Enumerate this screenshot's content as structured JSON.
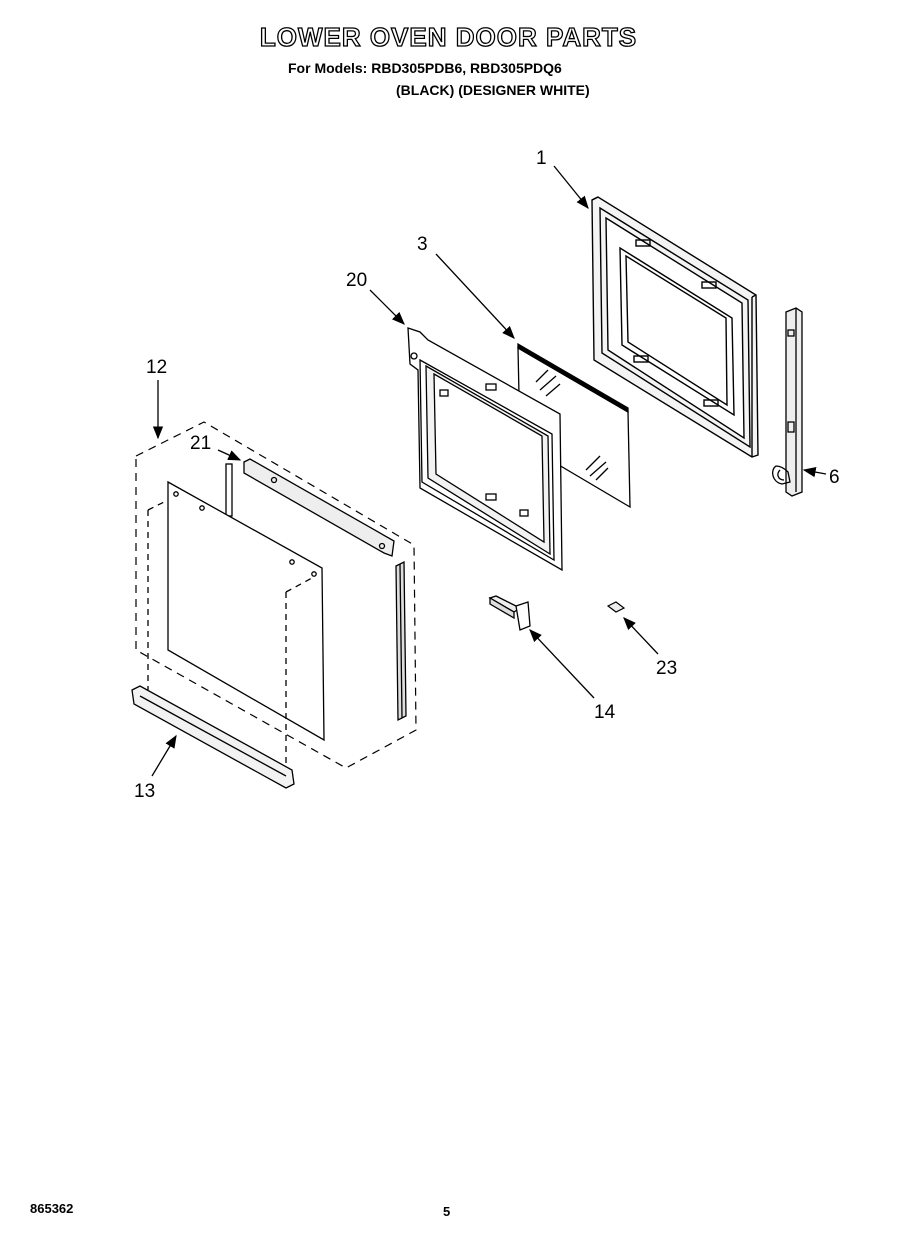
{
  "header": {
    "title": "LOWER OVEN DOOR PARTS",
    "models_line": "For Models: RBD305PDB6, RBD305PDQ6",
    "colors_line": "(BLACK)  (DESIGNER WHITE)"
  },
  "callouts": {
    "p1": "1",
    "p3": "3",
    "p6": "6",
    "p12": "12",
    "p13": "13",
    "p14": "14",
    "p20": "20",
    "p21": "21",
    "p23": "23"
  },
  "footer": {
    "code": "865362",
    "page": "5"
  }
}
